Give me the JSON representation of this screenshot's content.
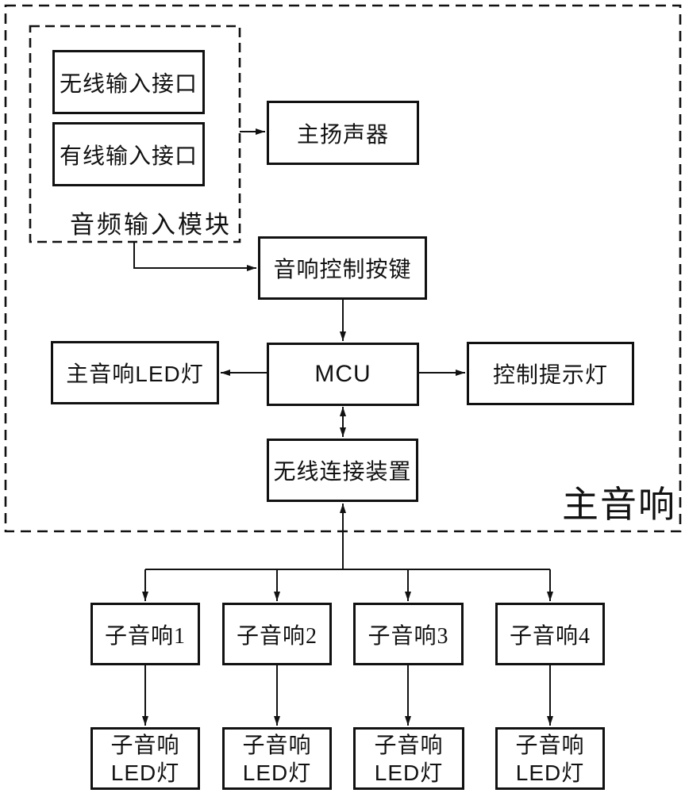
{
  "diagram": {
    "title_hint": "speaker-system-block-diagram",
    "colors": {
      "line": "#111111",
      "background": "#ffffff"
    },
    "main_unit": {
      "label": "主音响",
      "audio_input_module": {
        "label": "音频输入模块",
        "wireless_input_label": "无线输入接口",
        "wired_input_label": "有线输入接口"
      },
      "main_speaker_label": "主扬声器",
      "control_buttons_label": "音响控制按键",
      "mcu_label": "MCU",
      "main_led_label": "主音响LED灯",
      "control_indicator_label": "控制提示灯",
      "wireless_device_label": "无线连接装置"
    },
    "sub_units": [
      {
        "label": "子音响1",
        "led": [
          "子音响",
          "LED灯"
        ]
      },
      {
        "label": "子音响2",
        "led": [
          "子音响",
          "LED灯"
        ]
      },
      {
        "label": "子音响3",
        "led": [
          "子音响",
          "LED灯"
        ]
      },
      {
        "label": "子音响4",
        "led": [
          "子音响",
          "LED灯"
        ]
      }
    ]
  }
}
